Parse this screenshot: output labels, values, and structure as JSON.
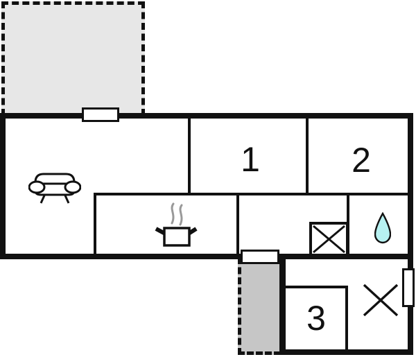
{
  "labels": {
    "room1": "1",
    "room2": "2",
    "room3": "3"
  },
  "colors": {
    "wall": "#111111",
    "terrace_fill": "#e7e7e7",
    "porch_fill": "#c6c6c6",
    "water_drop_fill": "#b7f1f1",
    "outline": "#111111",
    "steam": "#999999",
    "background": "#ffffff"
  },
  "icons": {
    "sofa": "sofa-icon",
    "stove": "stove-pot-icon",
    "shower": "shower-crossed-box-icon",
    "water_drop": "water-drop-icon",
    "window_cross": "window-cross-icon"
  },
  "areas": {
    "terrace": "terrace",
    "porch": "entrance-porch"
  }
}
